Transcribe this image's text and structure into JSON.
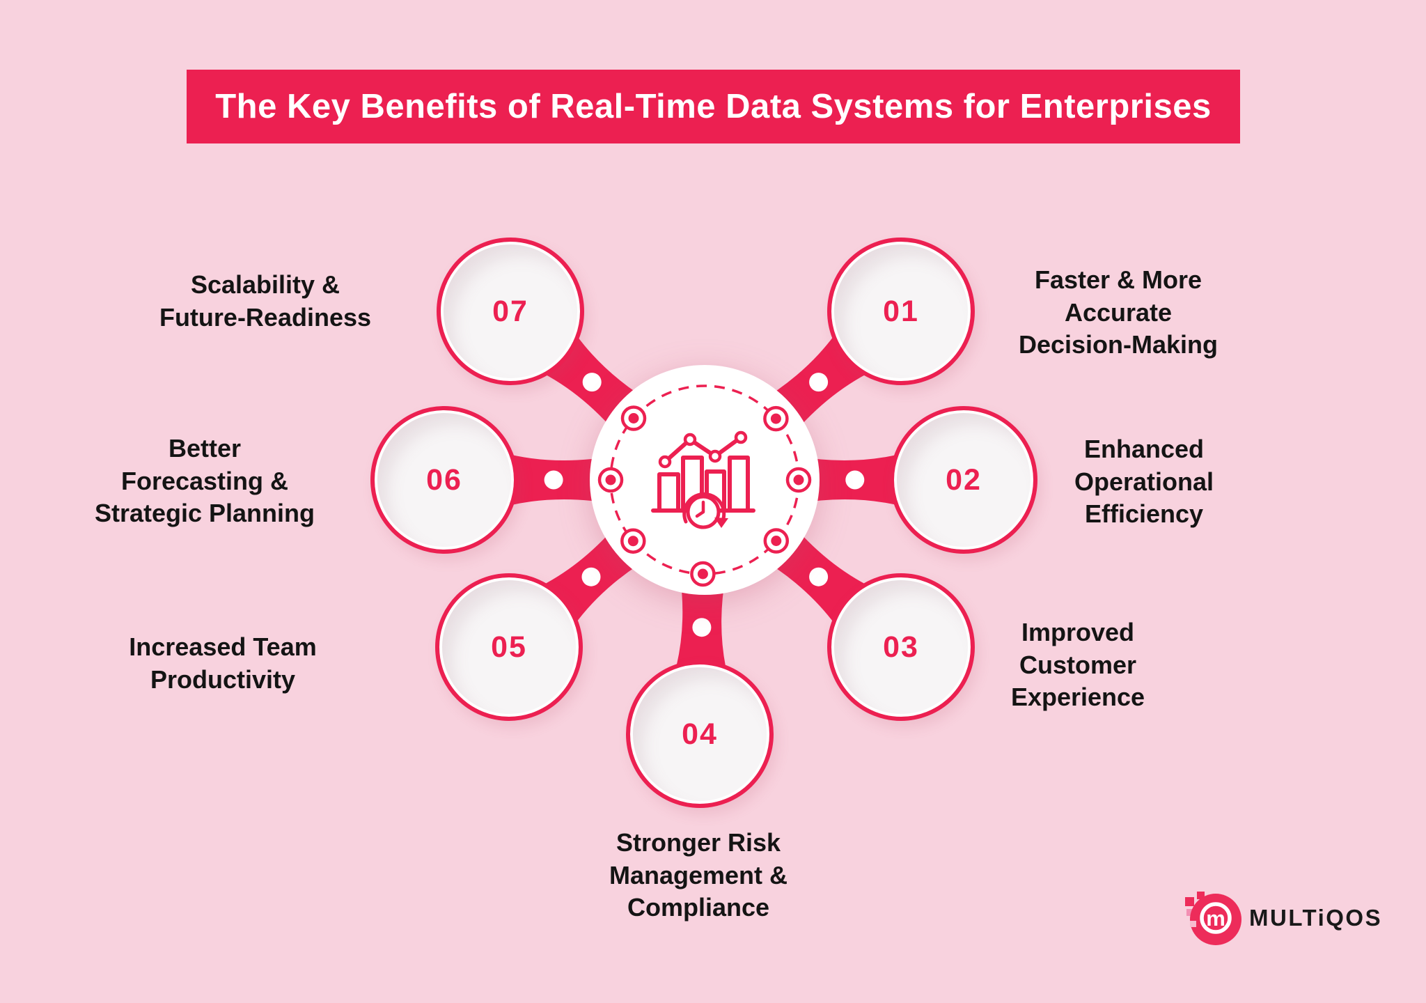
{
  "title": "The Key Benefits of Real-Time Data Systems for Enterprises",
  "colors": {
    "accent": "#ec2051",
    "banner_background": "#ec2051",
    "page_background": "#f8d2de",
    "node_fill": "#f7f5f6",
    "label_text": "#141414",
    "logo_pink": "#ed2c5a"
  },
  "hub": {
    "icon": "bar-chart-trend-clock-icon"
  },
  "items": [
    {
      "number": "01",
      "label_lines": [
        "Faster & More",
        "Accurate",
        "Decision-Making"
      ]
    },
    {
      "number": "02",
      "label_lines": [
        "Enhanced",
        "Operational",
        "Efficiency"
      ]
    },
    {
      "number": "03",
      "label_lines": [
        "Improved",
        "Customer",
        "Experience"
      ]
    },
    {
      "number": "04",
      "label_lines": [
        "Stronger Risk",
        "Management &",
        "Compliance"
      ]
    },
    {
      "number": "05",
      "label_lines": [
        "Increased Team",
        "Productivity"
      ]
    },
    {
      "number": "06",
      "label_lines": [
        "Better",
        "Forecasting &",
        "Strategic Planning"
      ]
    },
    {
      "number": "07",
      "label_lines": [
        "Scalability &",
        "Future-Readiness"
      ]
    }
  ],
  "logo": {
    "text": "MULTiQOS",
    "monogram": "m"
  }
}
